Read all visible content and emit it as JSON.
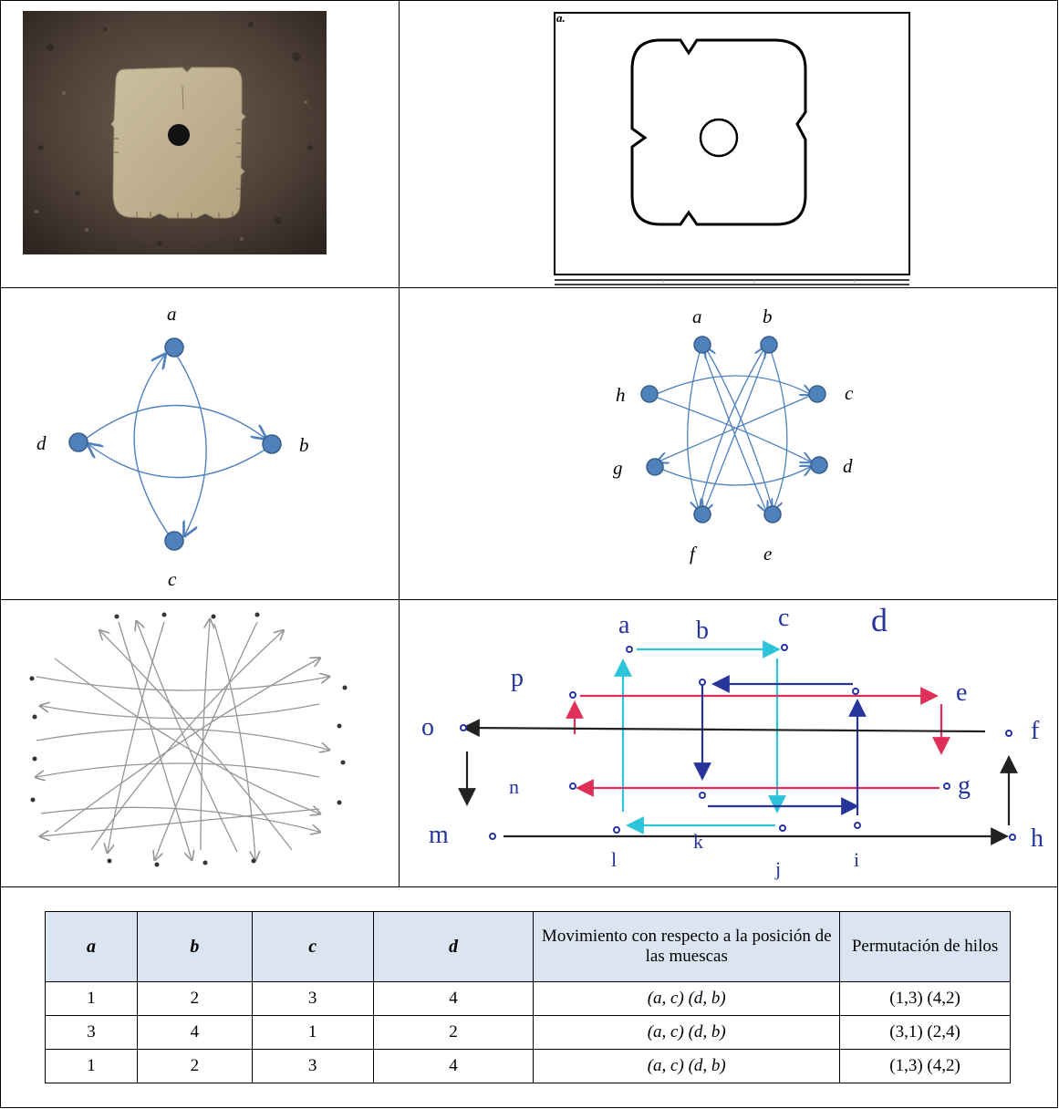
{
  "stamp": "a.",
  "graph4": {
    "nodes": {
      "a": "a",
      "b": "b",
      "c": "c",
      "d": "d"
    }
  },
  "graph8": {
    "nodes": {
      "a": "a",
      "b": "b",
      "c": "c",
      "d": "d",
      "e": "e",
      "f": "f",
      "g": "g",
      "h": "h"
    }
  },
  "sketch_labels": [
    "a",
    "b",
    "c",
    "d",
    "e",
    "f",
    "g",
    "h",
    "i",
    "j",
    "k",
    "l",
    "m",
    "n",
    "o",
    "p"
  ],
  "table": {
    "headers": [
      "a",
      "b",
      "c",
      "d",
      "Movimiento con respecto a la posición de las muescas",
      "Permutación de hilos"
    ],
    "rows": [
      [
        "1",
        "2",
        "3",
        "4",
        "(a, c) (d, b)",
        "(1,3) (4,2)"
      ],
      [
        "3",
        "4",
        "1",
        "2",
        "(a, c) (d, b)",
        "(3,1) (2,4)"
      ],
      [
        "1",
        "2",
        "3",
        "4",
        "(a, c) (d, b)",
        "(1,3) (4,2)"
      ]
    ]
  },
  "colors": {
    "node": "#4f81bd",
    "node_stroke": "#385d8a",
    "arc": "#4f81bd",
    "cyan": "#2bc4d8",
    "red": "#e0305a",
    "navy": "#27359a",
    "pencil": "#8a8a8a",
    "header_bg": "#dbe5f1"
  }
}
